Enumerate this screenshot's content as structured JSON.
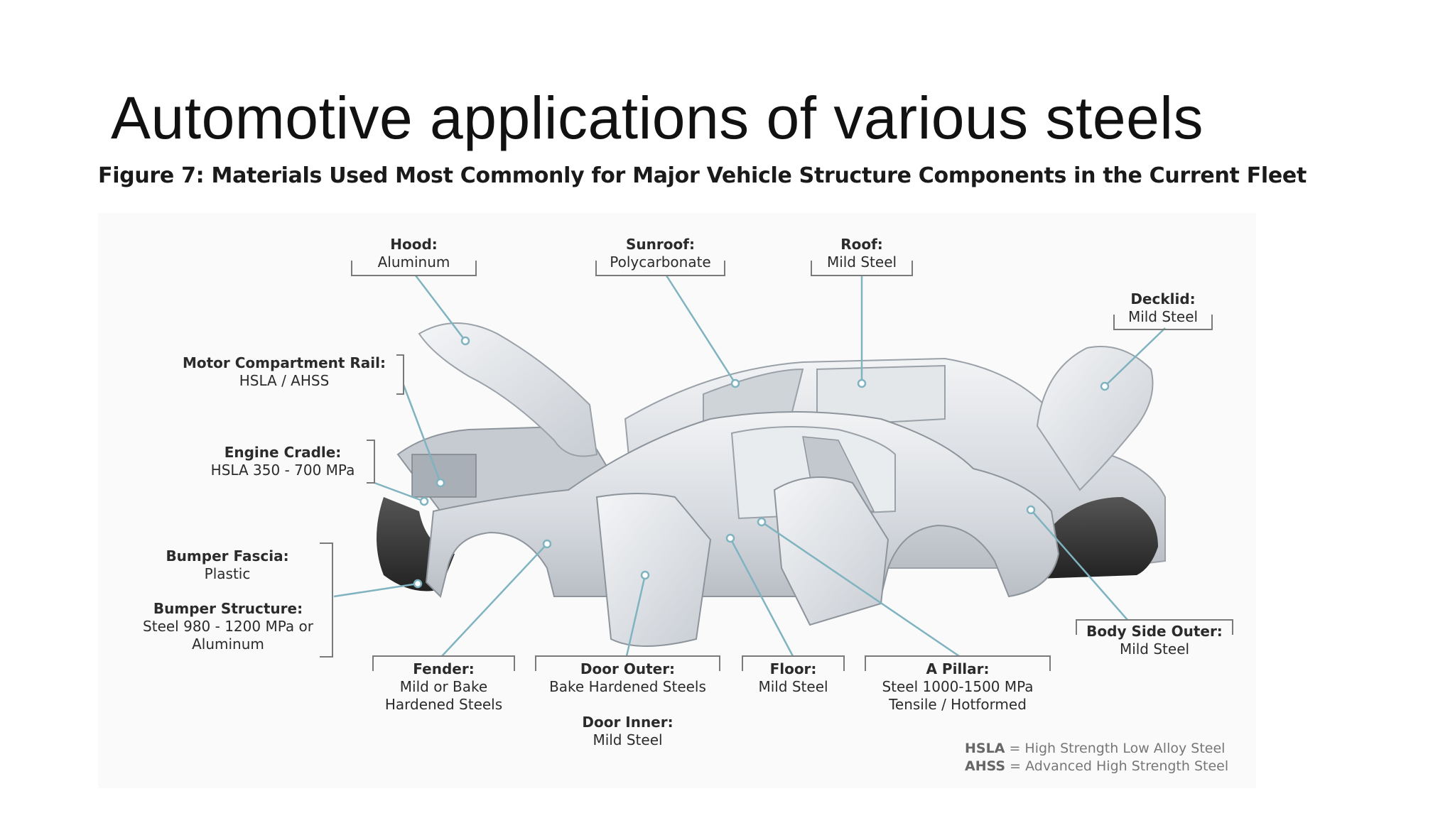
{
  "slide": {
    "title": "Automotive applications of various steels"
  },
  "figure": {
    "caption": "Figure 7: Materials Used Most Commonly for Major Vehicle Structure Components in the Current Fleet",
    "labels": {
      "hood": {
        "name": "Hood:",
        "value": "Aluminum"
      },
      "sunroof": {
        "name": "Sunroof:",
        "value": "Polycarbonate"
      },
      "roof": {
        "name": "Roof:",
        "value": "Mild Steel"
      },
      "decklid": {
        "name": "Decklid:",
        "value": "Mild Steel"
      },
      "motor_rail": {
        "name": "Motor Compartment Rail:",
        "value": "HSLA / AHSS"
      },
      "engine_cradle": {
        "name": "Engine Cradle:",
        "value": "HSLA 350 - 700 MPa"
      },
      "bumper_fascia": {
        "name": "Bumper Fascia:",
        "value": "Plastic"
      },
      "bumper_structure": {
        "name": "Bumper Structure:",
        "value1": "Steel 980 - 1200 MPa or",
        "value2": "Aluminum"
      },
      "fender": {
        "name": "Fender:",
        "value1": "Mild or Bake",
        "value2": "Hardened Steels"
      },
      "door_outer": {
        "name": "Door Outer:",
        "value": "Bake Hardened Steels"
      },
      "door_inner": {
        "name": "Door Inner:",
        "value": "Mild Steel"
      },
      "floor": {
        "name": "Floor:",
        "value": "Mild Steel"
      },
      "a_pillar": {
        "name": "A Pillar:",
        "value1": "Steel 1000-1500 MPa",
        "value2": "Tensile / Hotformed"
      },
      "body_side": {
        "name": "Body Side Outer:",
        "value": "Mild Steel"
      }
    },
    "legend": {
      "hsla_abbr": "HSLA",
      "hsla_text": " = High Strength Low Alloy Steel",
      "ahss_abbr": "AHSS",
      "ahss_text": " = Advanced High Strength Steel"
    },
    "colors": {
      "leader_line": "#7fb3c0",
      "body_panel": "#d9dde2",
      "bumper": "#3a3a3c"
    }
  }
}
